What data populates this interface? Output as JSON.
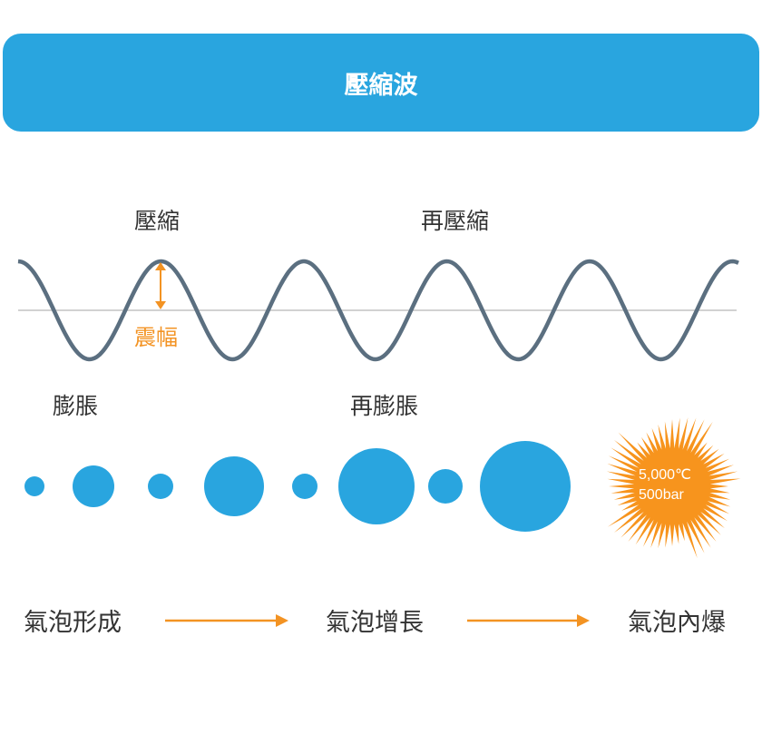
{
  "title": "壓縮波",
  "wave_labels": {
    "compress": "壓縮",
    "recompress": "再壓縮",
    "amplitude": "震幅",
    "expand": "膨脹",
    "reexpand": "再膨脹"
  },
  "explosion": {
    "temperature": "5,000℃",
    "pressure": "500bar"
  },
  "stages": [
    "氣泡形成",
    "氣泡增長",
    "氣泡內爆"
  ],
  "colors": {
    "accent": "#29a5df",
    "orange": "#f39323",
    "wave": "#5b6f80",
    "axis": "#c4c4c4"
  }
}
